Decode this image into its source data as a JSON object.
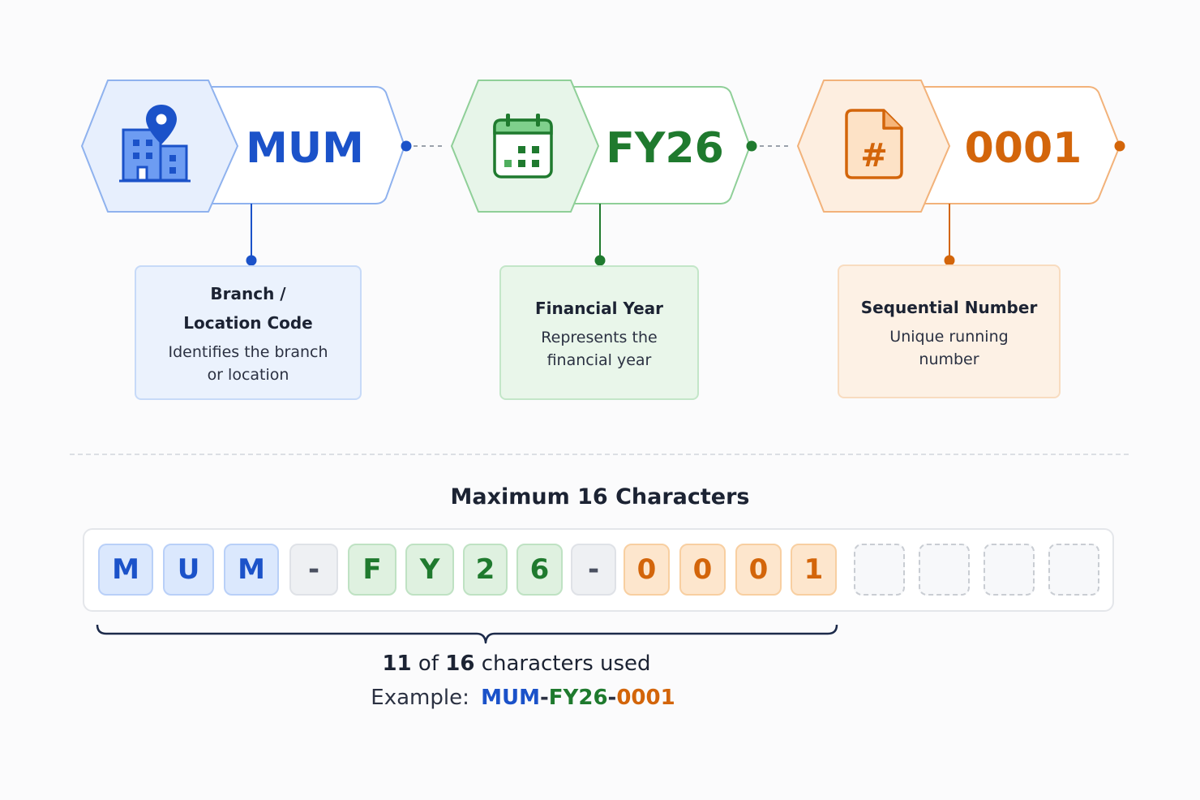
{
  "segments": [
    {
      "code": "MUM",
      "title_line1": "Branch /",
      "title_line2": "Location Code",
      "description_line1": "Identifies the branch",
      "description_line2": "or location",
      "icon": "building-location-icon",
      "color": "#1b52c9"
    },
    {
      "code": "FY26",
      "title_line1": "Financial Year",
      "description_line1": "Represents the",
      "description_line2": "financial year",
      "icon": "calendar-icon",
      "color": "#1f7a2e"
    },
    {
      "code": "0001",
      "title_line1": "Sequential Number",
      "description_line1": "Unique running",
      "description_line2": "number",
      "icon": "hash-document-icon",
      "color": "#d3650a"
    }
  ],
  "max_title": "Maximum 16 Characters",
  "characters": [
    "M",
    "U",
    "M",
    "-",
    "F",
    "Y",
    "2",
    "6",
    "-",
    "0",
    "0",
    "0",
    "1"
  ],
  "character_limit": 16,
  "usage": {
    "used": "11",
    "of_text": "of",
    "total": "16",
    "suffix": "characters used"
  },
  "example": {
    "label": "Example:",
    "part1": "MUM",
    "sep": "-",
    "part2": "FY26",
    "part3": "0001"
  },
  "colors": {
    "blue": "#1b52c9",
    "green": "#1f7a2e",
    "orange": "#d3650a"
  }
}
